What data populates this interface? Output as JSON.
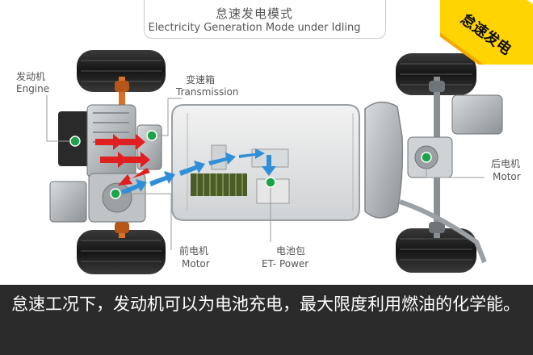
{
  "header": {
    "title_cn": "怠速发电模式",
    "title_en": "Electricity Generation Mode under Idling"
  },
  "badge": {
    "text": "怠速发电"
  },
  "labels": {
    "engine_cn": "发动机",
    "engine_en": "Engine",
    "transmission_cn": "变速箱",
    "transmission_en": "Transmission",
    "front_motor_cn": "前电机",
    "front_motor_en": "Motor",
    "battery_cn": "电池包",
    "battery_en": "ET- Power",
    "rear_motor_cn": "后电机",
    "rear_motor_en": "Motor"
  },
  "caption": {
    "text": "怠速工况下，发动机可以为电池充电，最大限度利用燃油的化学能。"
  },
  "colors": {
    "energy_flow_engine": "#e02020",
    "energy_flow_electric": "#2f8fd8",
    "component_dot": "#1aa34a",
    "caption_bg": "#2b2b2b",
    "badge_bg": "#ffd400"
  }
}
